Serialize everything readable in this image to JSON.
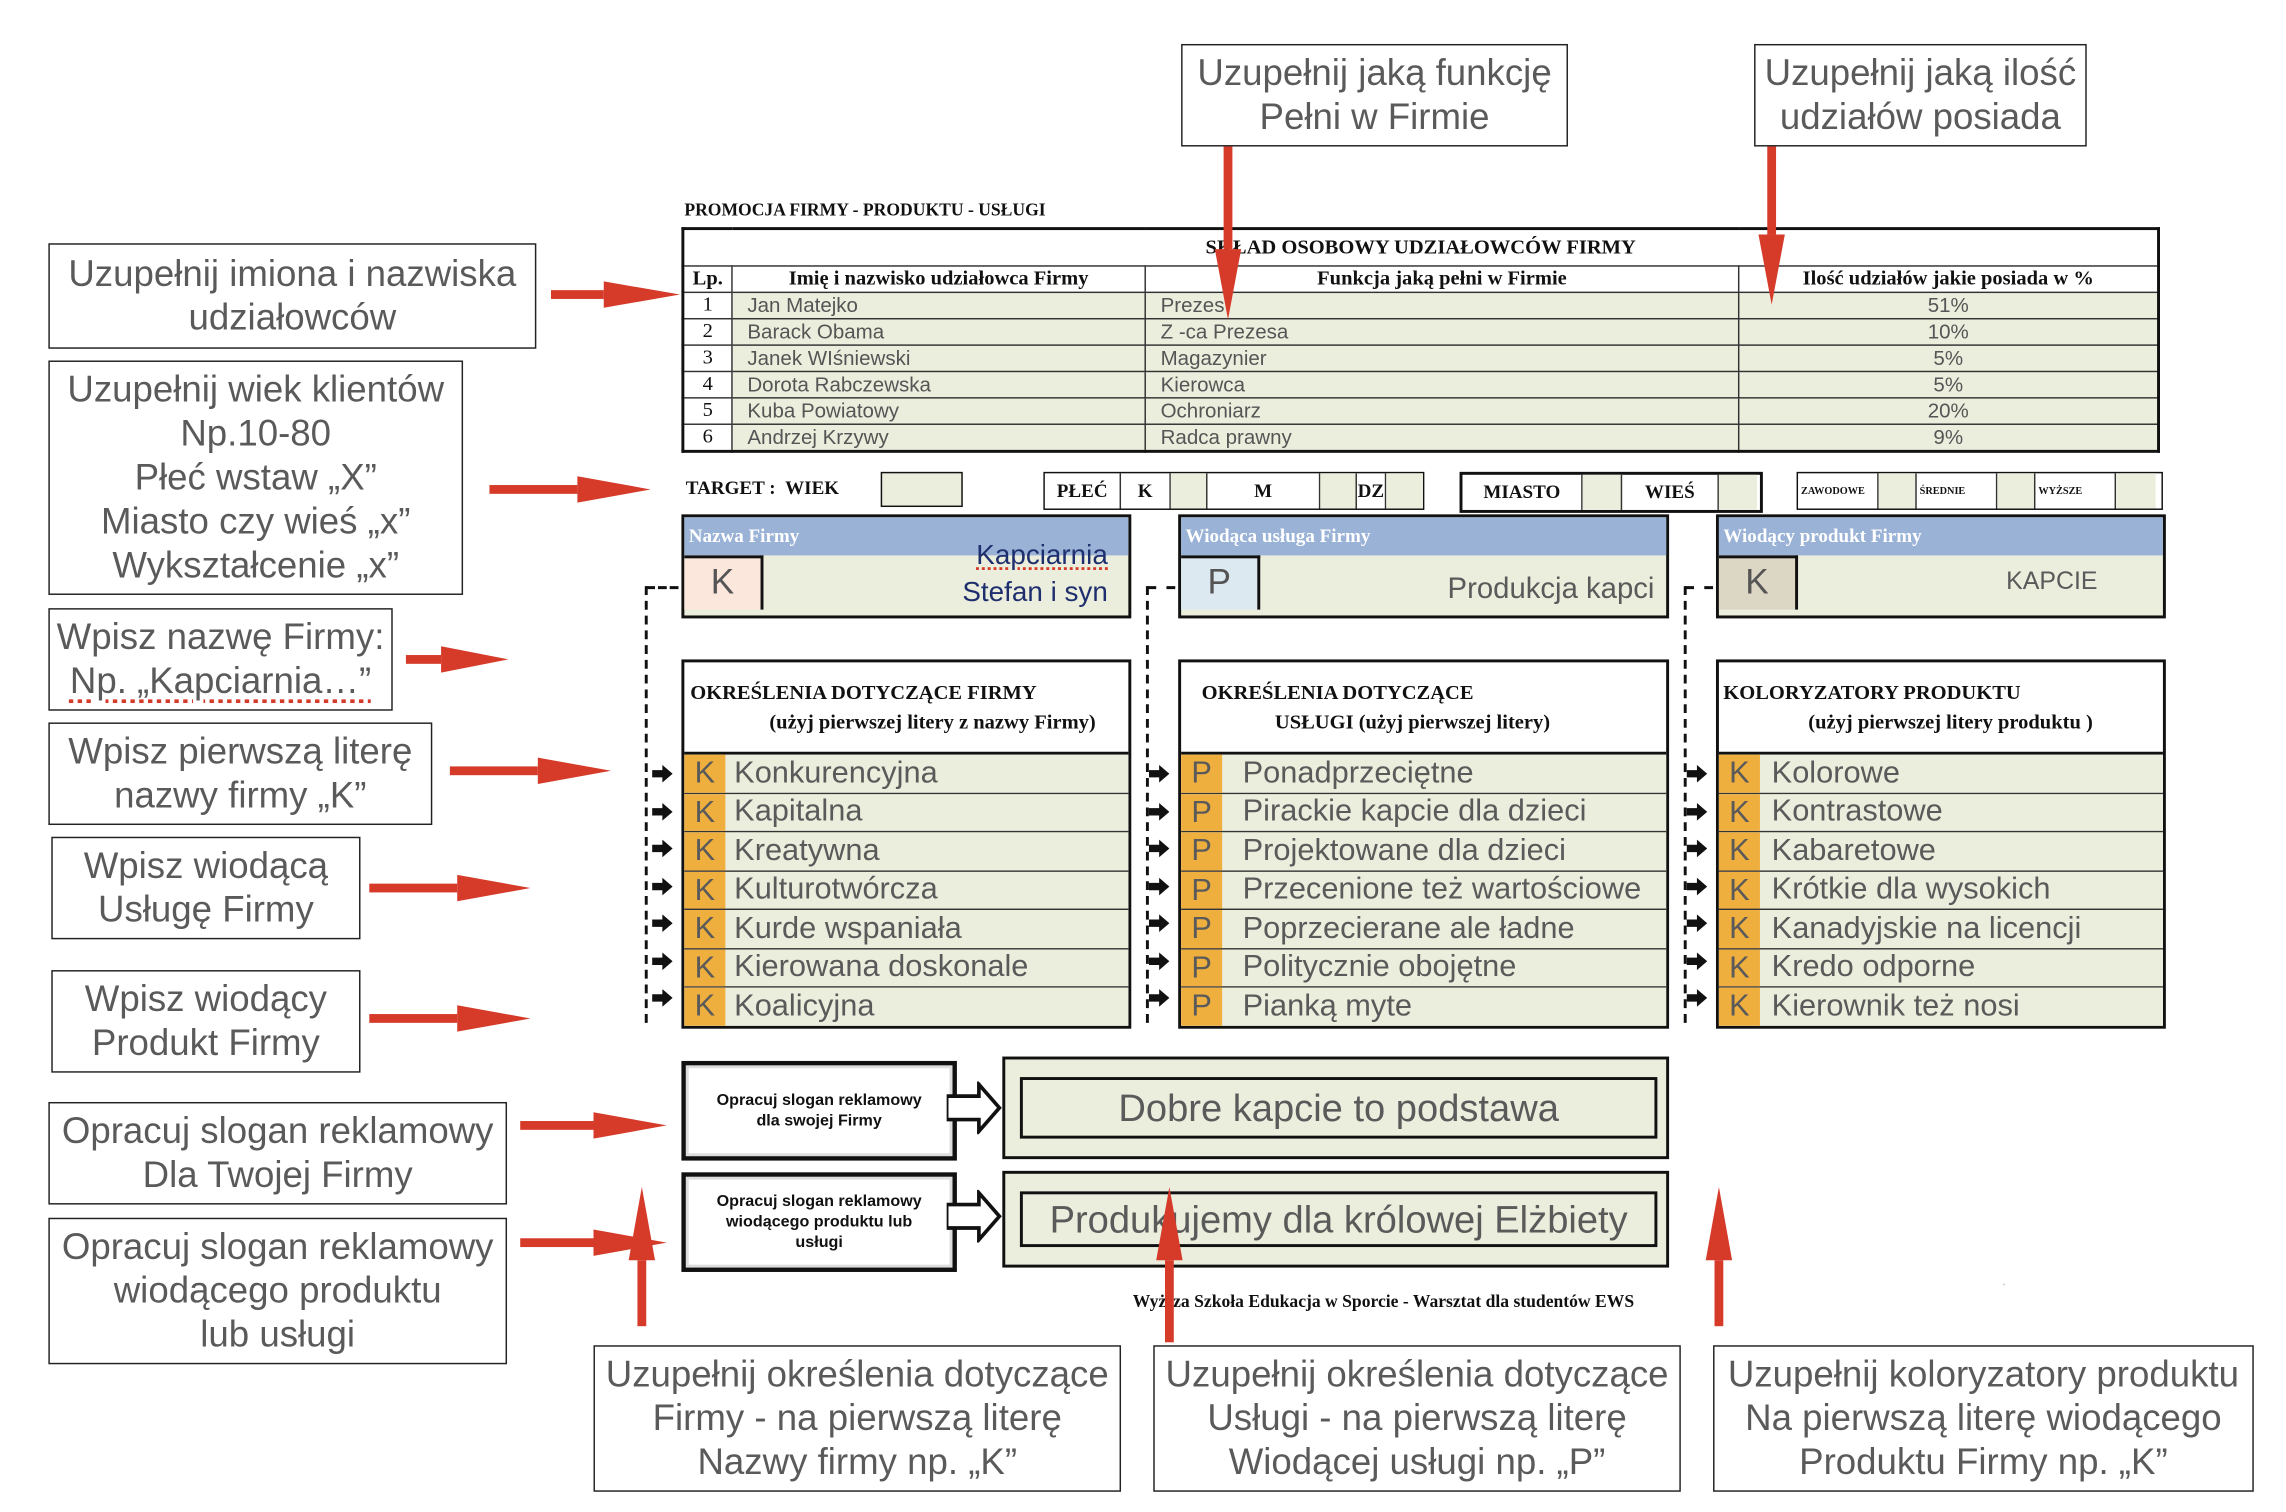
{
  "document": {
    "title": "PROMOCJA FIRMY - PRODUKTU - USŁUGI",
    "footer": "Wyższa Szkoła Edukacja w Sporcie - Warsztat dla studentów EWS"
  },
  "shareholders": {
    "caption": "SKŁAD OSOBOWY UDZIAŁOWCÓW FIRMY",
    "headers": [
      "Lp.",
      "Imię i nazwisko udziałowca Firmy",
      "Funkcja jaką pełni w Firmie",
      "Ilość udziałów jakie posiada w %"
    ],
    "rows": [
      {
        "lp": "1",
        "name": "Jan Matejko",
        "role": "Prezes",
        "share": "51%"
      },
      {
        "lp": "2",
        "name": "Barack Obama",
        "role": "Z -ca Prezesa",
        "share": "10%"
      },
      {
        "lp": "3",
        "name": "Janek WIśniewski",
        "role": "Magazynier",
        "share": "5%"
      },
      {
        "lp": "4",
        "name": "Dorota Rabczewska",
        "role": "Kierowca",
        "share": "5%"
      },
      {
        "lp": "5",
        "name": "Kuba Powiatowy",
        "role": "Ochroniarz",
        "share": "20%"
      },
      {
        "lp": "6",
        "name": "Andrzej Krzywy",
        "role": "Radca prawny",
        "share": "9%"
      }
    ]
  },
  "target": {
    "label": "TARGET :",
    "age_label": "WIEK",
    "age_value": "",
    "gender_label": "PŁEĆ",
    "gender_options": [
      "K",
      "M",
      "DZ"
    ],
    "place_options": [
      "MIASTO",
      "WIEŚ"
    ],
    "education_options": [
      "ZAWODOWE",
      "ŚREDNIE",
      "WYŻSZE"
    ]
  },
  "panels": {
    "company": {
      "header": "Nazwa Firmy",
      "letter": "K",
      "value_line1": "Kapciarnia",
      "value_line2": "Stefan i syn",
      "letter_bg": "#fbe7db"
    },
    "service": {
      "header": "Wiodąca usługa Firmy",
      "letter": "P",
      "value": "Produkcja kapci",
      "letter_bg": "#dde9f0"
    },
    "product": {
      "header": "Wiodący produkt Firmy",
      "letter": "K",
      "value": "KAPCIE",
      "letter_bg": "#dcd6c4"
    }
  },
  "lists": {
    "company": {
      "title": "OKREŚLENIA DOTYCZĄCE FIRMY",
      "subtitle": "(użyj pierwszej litery z nazwy Firmy)",
      "letter": "K",
      "items": [
        "Konkurencyjna",
        "Kapitalna",
        "Kreatywna",
        "Kulturotwórcza",
        "Kurde wspaniała",
        "Kierowana doskonale",
        "Koalicyjna"
      ]
    },
    "service": {
      "title": "OKREŚLENIA DOTYCZĄCE",
      "subtitle": "USŁUGI (użyj pierwszej litery)",
      "letter": "P",
      "items": [
        "Ponadprzeciętne",
        "Pirackie kapcie dla dzieci",
        "Projektowane dla dzieci",
        "Przecenione też wartościowe",
        "Poprzecierane ale ładne",
        "Politycznie obojętne",
        "Pianką myte"
      ]
    },
    "product": {
      "title": "KOLORYZATORY PRODUKTU",
      "subtitle": "(użyj pierwszej litery produktu )",
      "letter": "K",
      "items": [
        "Kolorowe",
        "Kontrastowe",
        "Kabaretowe",
        "Krótkie dla wysokich",
        "Kanadyjskie na licencji",
        "Kredo odporne",
        "Kierownik też nosi"
      ]
    }
  },
  "slogans": {
    "company": {
      "label_lines": [
        "Opracuj slogan reklamowy",
        "dla swojej Firmy"
      ],
      "value": "Dobre kapcie to podstawa"
    },
    "product": {
      "label_lines": [
        "Opracuj slogan  reklamowy",
        "wiodącego produktu lub",
        "usługi"
      ],
      "value": "Produkujemy dla królowej Elżbiety"
    }
  },
  "callouts": {
    "role": [
      "Uzupełnij jaką funkcję",
      "Pełni w Firmie"
    ],
    "shares": [
      "Uzupełnij jaką ilość",
      "udziałów posiada"
    ],
    "names": [
      "Uzupełnij imiona i nazwiska",
      "udziałowców"
    ],
    "target": [
      "Uzupełnij wiek klientów",
      "Np.10-80",
      "Płeć wstaw „X”",
      "Miasto czy wieś „x”",
      "Wykształcenie „x”"
    ],
    "company_name": [
      "Wpisz nazwę Firmy:",
      "Np. „Kapciarnia…”"
    ],
    "first_letter": [
      "Wpisz pierwszą literę",
      "nazwy firmy „K”"
    ],
    "service": [
      "Wpisz wiodącą",
      "Usługę Firmy"
    ],
    "product": [
      "Wpisz wiodący",
      "Produkt Firmy"
    ],
    "slogan_company": [
      "Opracuj slogan reklamowy",
      "Dla Twojej Firmy"
    ],
    "slogan_product": [
      "Opracuj slogan reklamowy",
      "wiodącego produktu",
      "lub usługi"
    ],
    "company_terms": [
      "Uzupełnij określenia dotyczące",
      "Firmy - na pierwszą literę",
      "Nazwy firmy np. „K”"
    ],
    "service_terms": [
      "Uzupełnij określenia dotyczące",
      "Usługi - na pierwszą literę",
      "Wiodącej usługi np. „P”"
    ],
    "product_colorizers": [
      "Uzupełnij koloryzatory produktu",
      "Na pierwszą literę wiodącego",
      "Produktu Firmy np. „K”"
    ]
  },
  "colors": {
    "arrow": "#d63b2a",
    "cell_fill": "#ebeedd",
    "letter_fill": "#efaf3f",
    "panel_header": "#9ab2d6"
  }
}
